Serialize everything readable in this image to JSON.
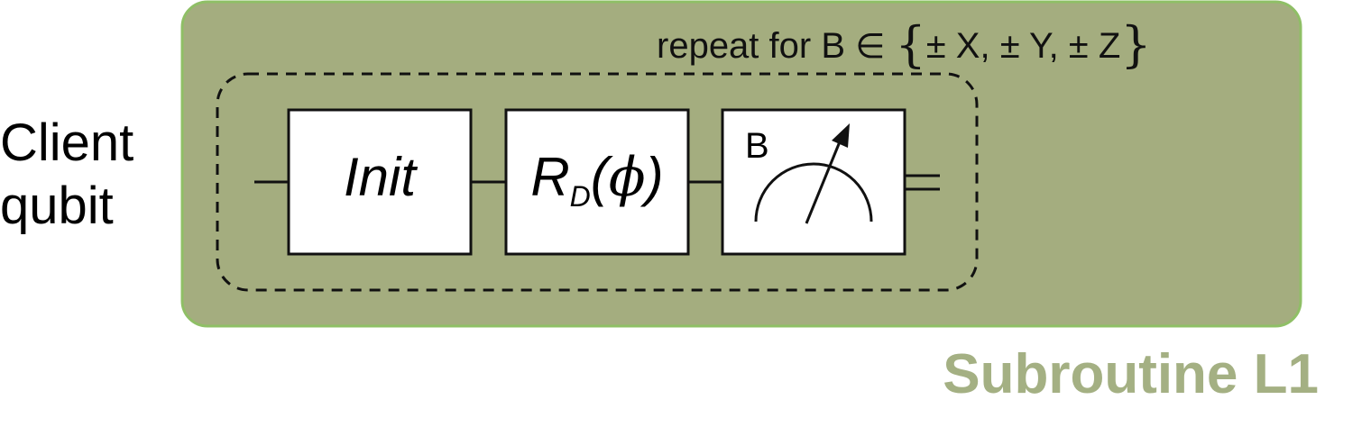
{
  "qubit_label": [
    "Client",
    "qubit"
  ],
  "routine_title": "Subroutine L1",
  "repeat_text": {
    "prefix": "repeat for B ",
    "elem": "∈",
    "open": "{",
    "items": [
      "± X, ",
      "± Y, ",
      "± Z"
    ],
    "close": "}"
  },
  "gates": {
    "init": "Init",
    "rotation": {
      "base": "R",
      "sub": "D",
      "arg_open": "(",
      "arg": "ϕ",
      "arg_close": ")"
    },
    "measure_basis": "B"
  },
  "colors": {
    "panel_fill": "#a4ad7f",
    "panel_border": "#8fbf66",
    "title": "#a4b083"
  },
  "icons": [
    "meter-icon"
  ]
}
